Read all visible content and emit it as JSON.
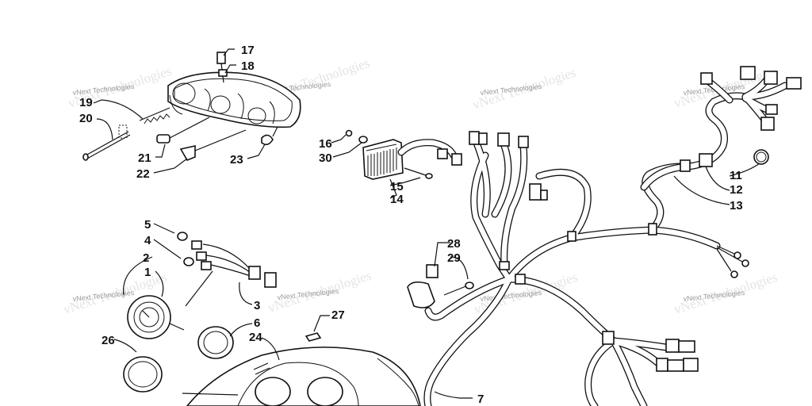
{
  "watermark": {
    "text": "vNext Technologies"
  },
  "callouts": {
    "n1": "1",
    "n2": "2",
    "n3": "3",
    "n4": "4",
    "n5": "5",
    "n6": "6",
    "n7": "7",
    "n11": "11",
    "n12": "12",
    "n13": "13",
    "n14": "14",
    "n15": "15",
    "n16": "16",
    "n17": "17",
    "n18": "18",
    "n19": "19",
    "n20": "20",
    "n21": "21",
    "n22": "22",
    "n23": "23",
    "n24": "24",
    "n26": "26",
    "n27": "27",
    "n28": "28",
    "n29": "29",
    "n30": "30"
  }
}
